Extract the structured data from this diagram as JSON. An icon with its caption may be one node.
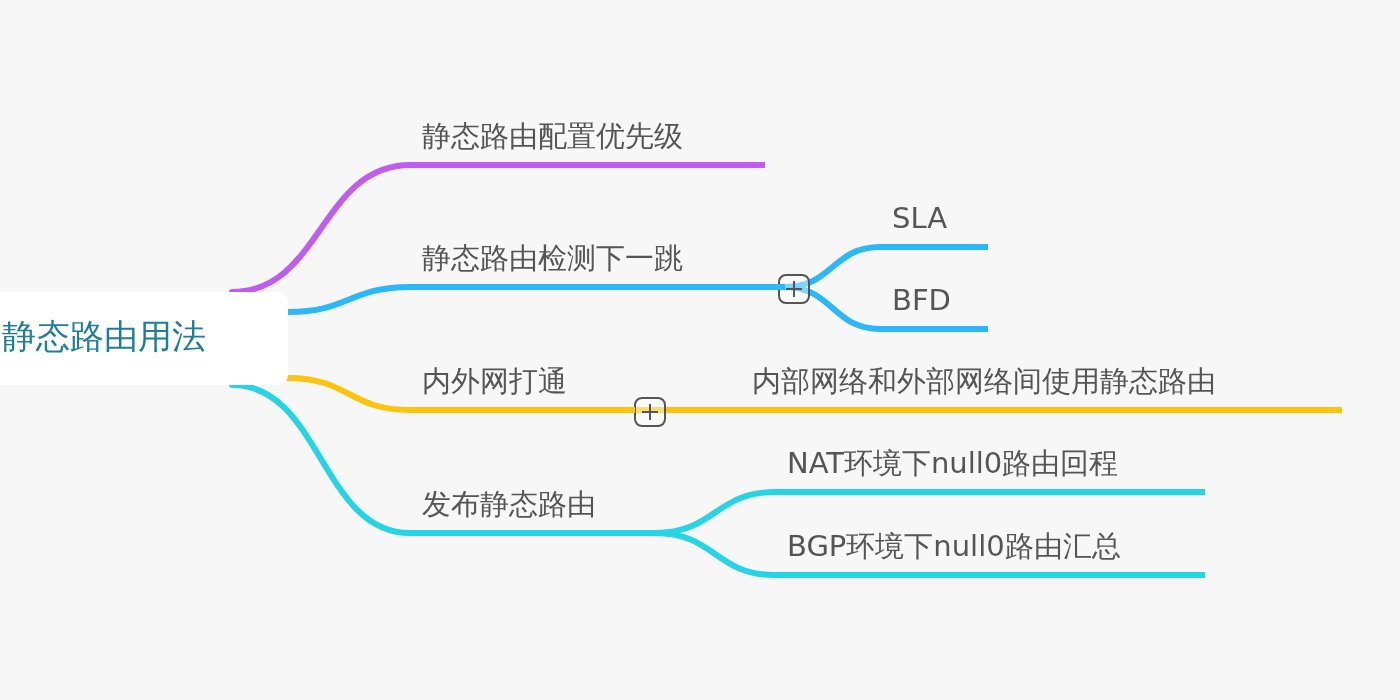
{
  "diagram": {
    "nodes": [
      {
        "text": [
          "静态路由用法"
        ]
      },
      {
        "text": [
          "静态路由配置优先级"
        ]
      },
      {
        "text": [
          "静态路由检测下一跳"
        ]
      },
      {
        "text": [
          "SLA"
        ]
      },
      {
        "text": [
          "BFD"
        ]
      },
      {
        "text": [
          "内外网打通"
        ]
      },
      {
        "text": [
          "内部网络和外部网络间使用静态路由"
        ]
      },
      {
        "text": [
          "发布静态路由"
        ]
      },
      {
        "text": [
          "NAT环境下null0路由回程"
        ]
      },
      {
        "text": [
          "BGP环境下null0路由汇总"
        ]
      }
    ],
    "edges": [
      {
        "from": 0,
        "to": 1,
        "arrow": "none",
        "color": "#c05cf0"
      },
      {
        "from": 0,
        "to": 2,
        "arrow": "none",
        "color": "#2bb8f8"
      },
      {
        "from": 2,
        "to": 3,
        "arrow": "none",
        "color": "#2bb8f8"
      },
      {
        "from": 2,
        "to": 4,
        "arrow": "none",
        "color": "#2bb8f8"
      },
      {
        "from": 0,
        "to": 5,
        "arrow": "none",
        "color": "#fcc40c"
      },
      {
        "from": 5,
        "to": 6,
        "arrow": "none",
        "color": "#fcc40c"
      },
      {
        "from": 0,
        "to": 7,
        "arrow": "none",
        "color": "#25d5e6"
      },
      {
        "from": 7,
        "to": 8,
        "arrow": "none",
        "color": "#25d5e6"
      },
      {
        "from": 7,
        "to": 9,
        "arrow": "none",
        "color": "#25d5e6"
      }
    ]
  }
}
